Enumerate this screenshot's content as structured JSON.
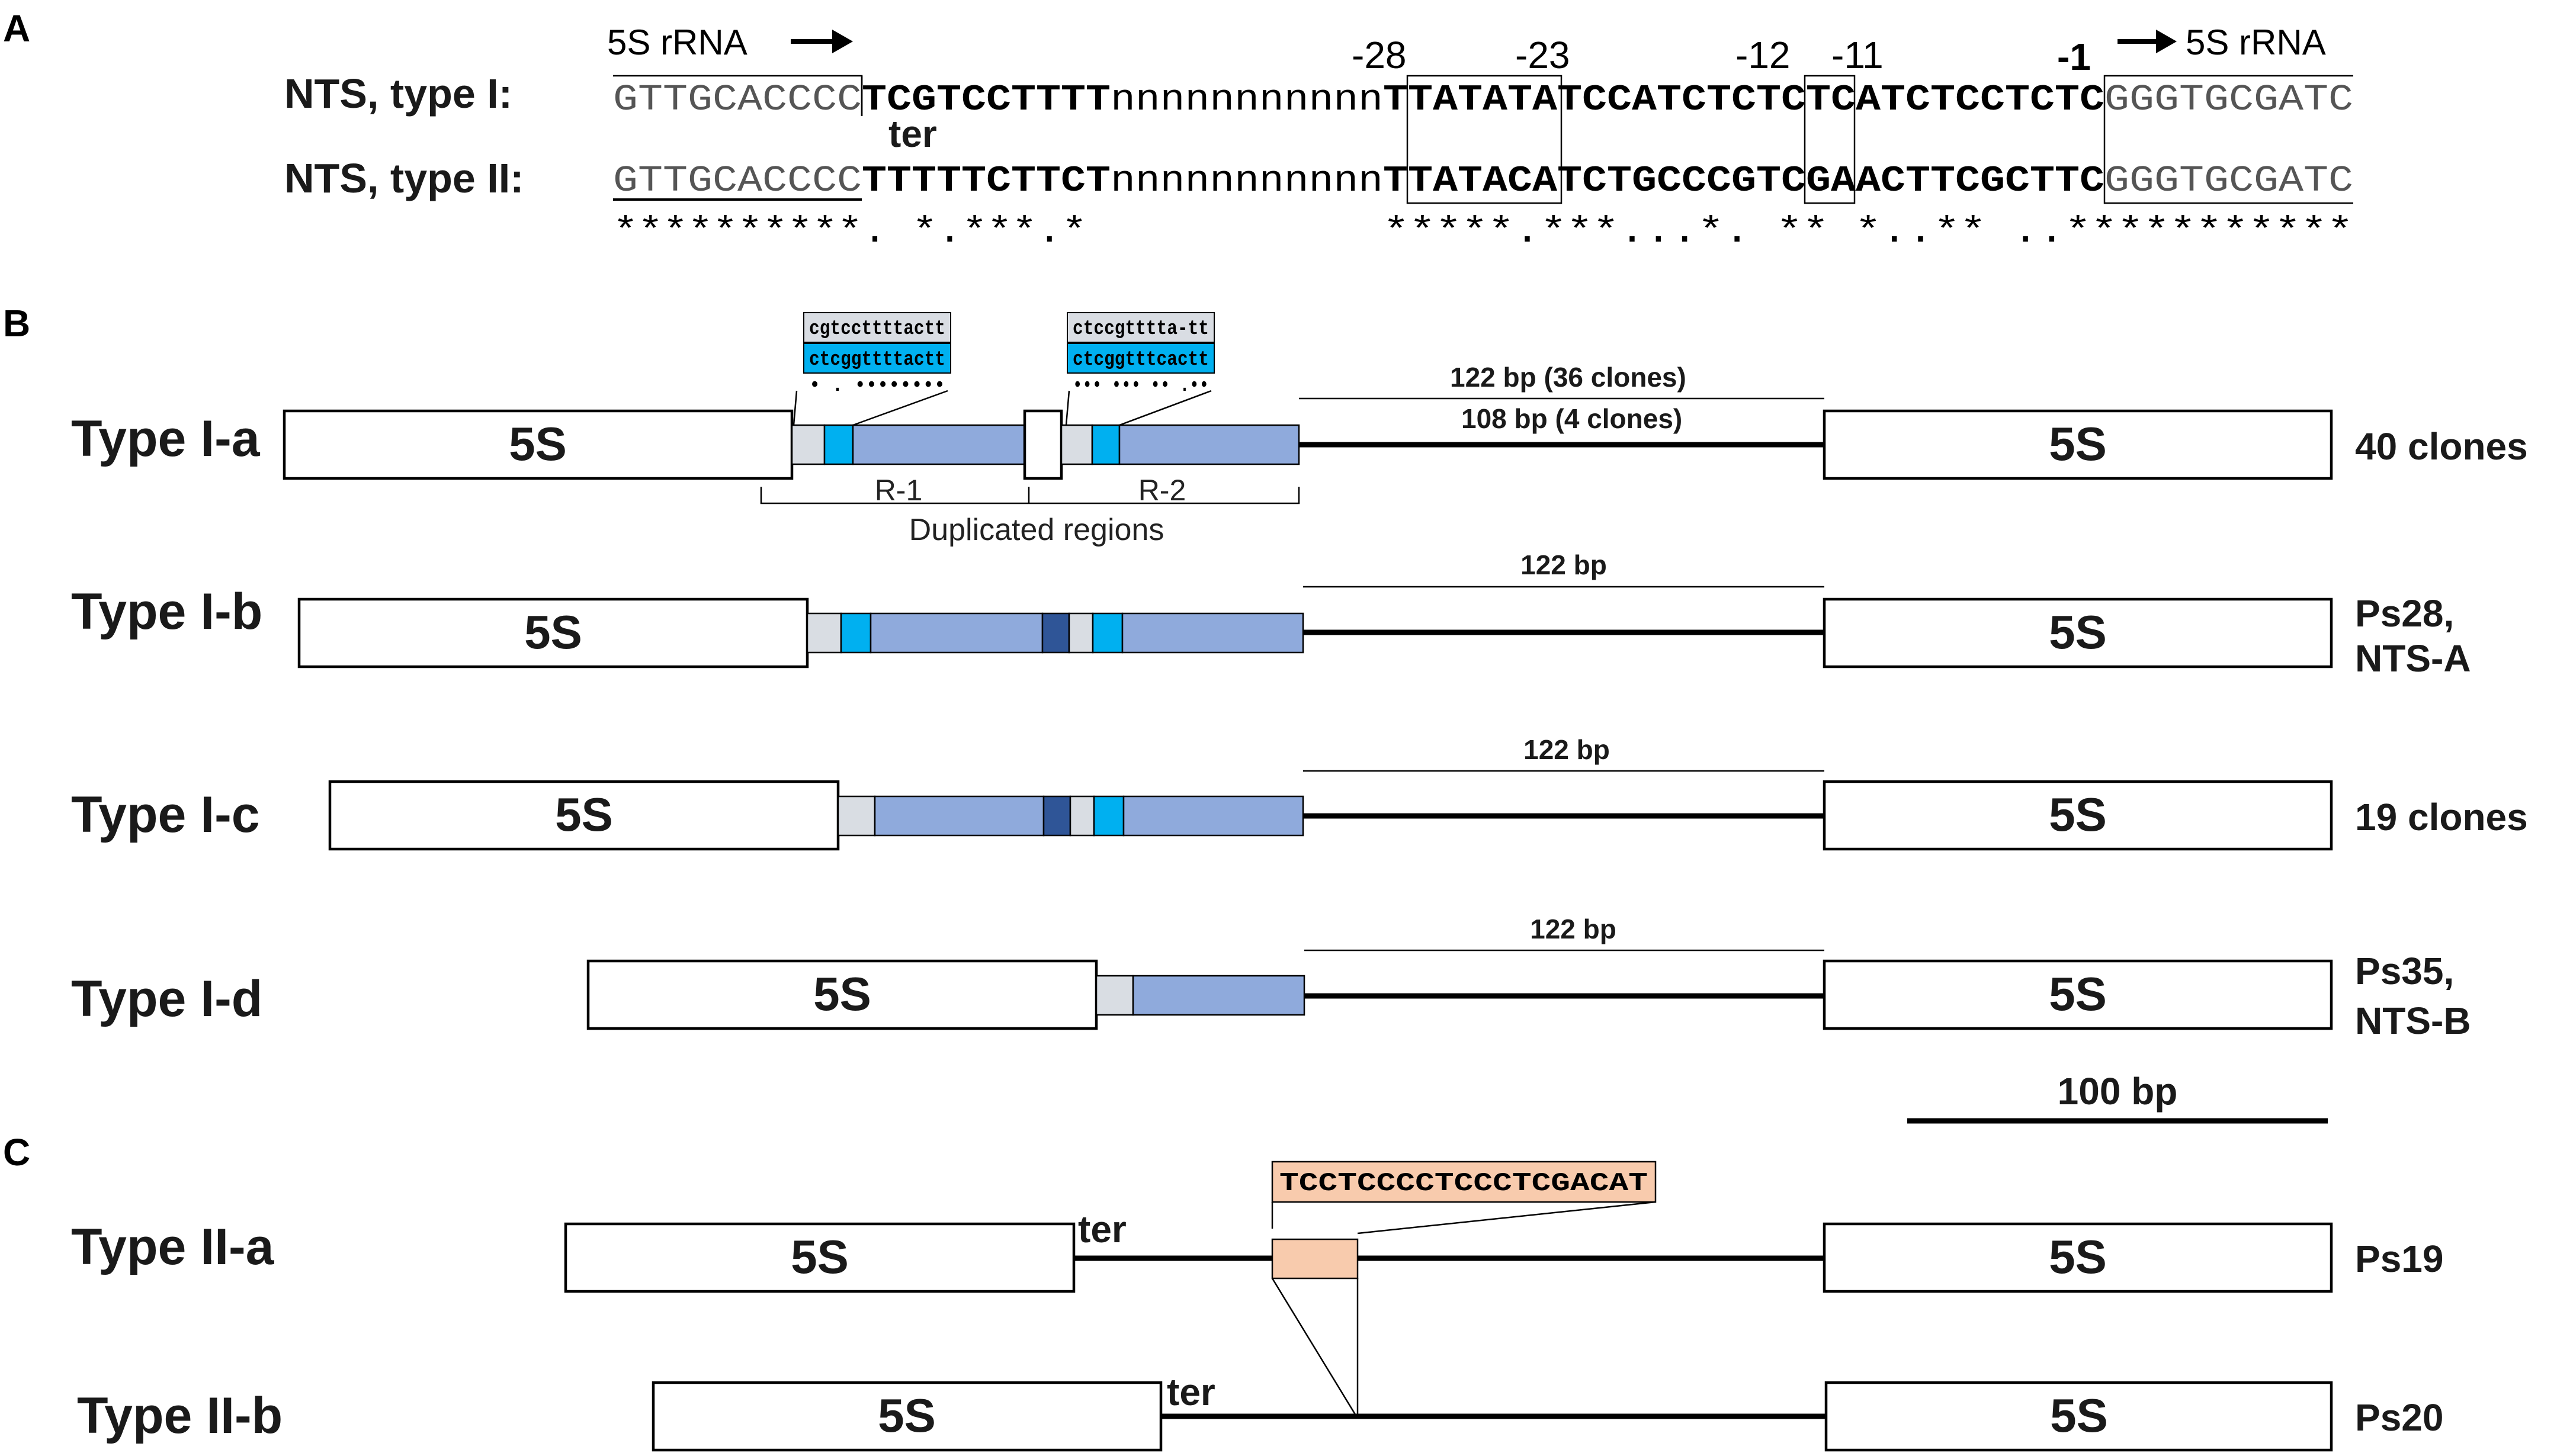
{
  "panels": [
    "A",
    "B",
    "C"
  ],
  "panel_a": {
    "label_5s_left": "5S rRNA",
    "label_5s_right": "5S rRNA",
    "positions": [
      "-28",
      "-23",
      "-12",
      "-11",
      "-1"
    ],
    "row1": {
      "label": "NTS, type  I:",
      "seg1": "GTTGCACCCC",
      "seg2": "TCGTCCTTTT",
      "seg3": "nnnnnnnnnnn",
      "seg4": "TTATATATCCATCTCTCTCATCTCCTCTC",
      "seg5": "GGGTGCGATC"
    },
    "ter": "ter",
    "row2": {
      "label": "NTS, type II:",
      "seg1": "GTTGCACCCC",
      "seg2": "TTTTTCTTCT",
      "seg3": "nnnnnnnnnnn",
      "seg4": "TTATACATCTGCCCGTCGAACTTCGCTTC",
      "seg5": "GGGTGCGATC"
    },
    "conservation_left": "**********. *.***.*",
    "conservation_right": "*****.***...*. **  *..**  ..***********"
  },
  "panel_b": {
    "callout1": {
      "top": "cgtccttttactt",
      "bottom": "ctcggttttactt",
      "dots": "• .  ••••••••"
    },
    "callout2": {
      "top": "ctccgtttta-tt",
      "bottom": "ctcggtttcactt",
      "dots": "••• ••• •• .••"
    },
    "span_122_36": "122 bp (36 clones)",
    "span_108_4": "108 bp (4 clones)",
    "span_122": "122 bp",
    "r1": "R-1",
    "r2": "R-2",
    "duplicated": "Duplicated regions",
    "box_5s": "5S",
    "rows": [
      {
        "name": "Type I-a",
        "right": [
          "40 clones"
        ]
      },
      {
        "name": "Type I-b",
        "right": [
          "Ps28,",
          "NTS-A"
        ]
      },
      {
        "name": "Type I-c",
        "right": [
          "19 clones"
        ]
      },
      {
        "name": "Type I-d",
        "right": [
          "Ps35,",
          "NTS-B"
        ]
      }
    ],
    "scale_bar": "100 bp"
  },
  "panel_c": {
    "insert_seq": "TCCTCCCCTCCCTCGACAT",
    "ter": "ter",
    "rows": [
      {
        "name": "Type II-a",
        "right": "Ps19"
      },
      {
        "name": "Type II-b",
        "right": "Ps20"
      }
    ]
  },
  "colors": {
    "region_blue": "#8faadc",
    "light_gray": "#d9dde3",
    "cyan": "#00b0f0",
    "dark_blue": "#2f5597",
    "peach": "#f8cbad"
  }
}
